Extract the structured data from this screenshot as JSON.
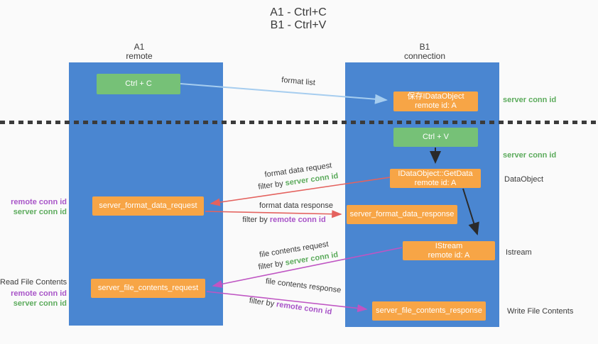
{
  "title": {
    "line1": "A1 - Ctrl+C",
    "line2": "B1 - Ctrl+V"
  },
  "columns": {
    "left": {
      "name_line": "A1",
      "role_line": "remote"
    },
    "right": {
      "name_line": "B1",
      "role_line": "connection"
    }
  },
  "nodes": {
    "ctrl_c": "Ctrl + C",
    "ctrl_v": "Ctrl + V",
    "save_idataobject": {
      "line1": "保存IDataObject",
      "line2": "remote id: A"
    },
    "getdata": {
      "line1": "IDataObject::GetData",
      "line2": "remote id: A"
    },
    "istream": {
      "line1": "IStream",
      "line2": "remote id: A"
    },
    "server_format_data_request": "server_format_data_request",
    "server_format_data_response": "server_format_data_response",
    "server_file_contents_request": "server_file_contents_request",
    "server_file_contents_response": "server_file_contents_response"
  },
  "labels": {
    "format_list": "format list",
    "format_data_request": "format data request",
    "format_data_response": "format data response",
    "file_contents_request": "file contents request",
    "file_contents_response": "file contents response",
    "filter_prefix": "filter by ",
    "server_conn_id": "server conn id",
    "remote_conn_id": "remote conn id",
    "read_file_contents": "Read File Contents",
    "write_file_contents": "Write File Contents",
    "dataobject": "DataObject",
    "istream_side": "Istream"
  },
  "colors": {
    "column_blue": "#4a86d1",
    "green_box": "#76c177",
    "orange_box": "#f7a546",
    "arrow_blue": "#a6cdef",
    "arrow_red": "#e4625e",
    "arrow_magenta": "#bf55c3",
    "arrow_black": "#2a2a2a",
    "label_green": "#5cab5c",
    "label_purple": "#a854c8"
  }
}
